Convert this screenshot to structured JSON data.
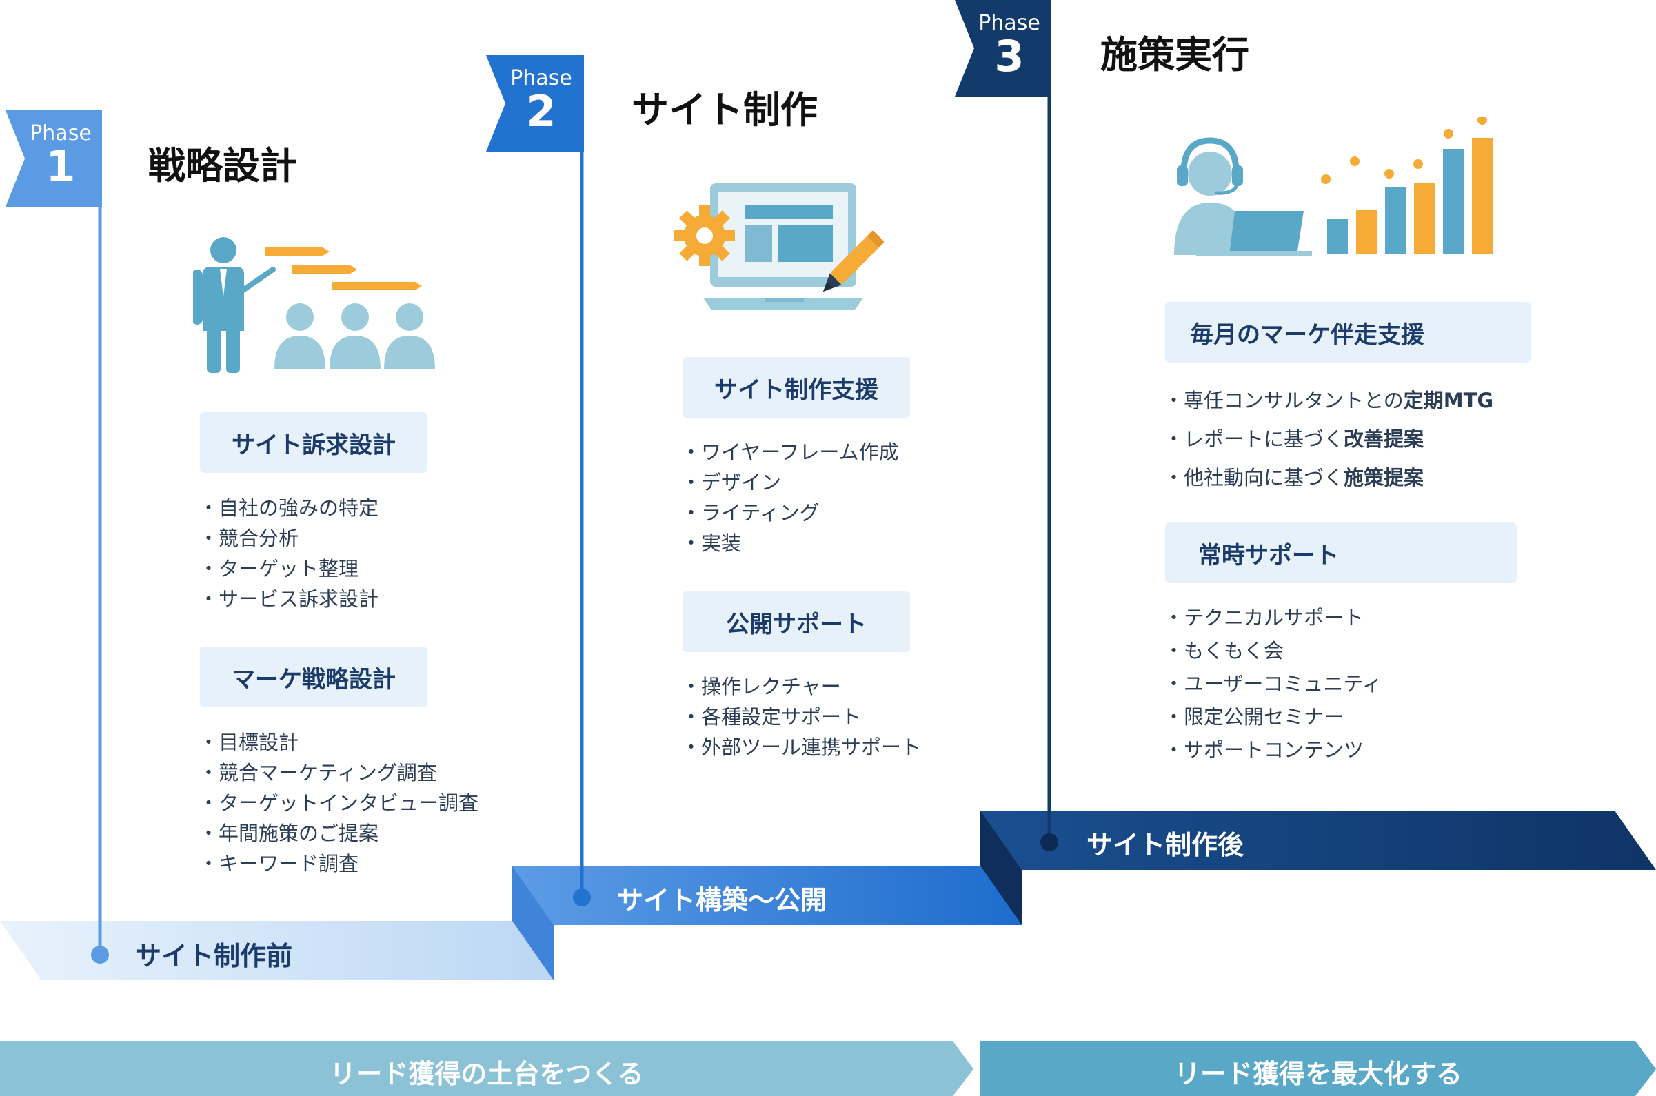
{
  "phase_word": "Phase",
  "phases": [
    {
      "number": "1",
      "title": "戦略設計",
      "sections": [
        {
          "heading": "サイト訴求設計",
          "items": [
            "自社の強みの特定",
            "競合分析",
            "ターゲット整理",
            "サービス訴求設計"
          ]
        },
        {
          "heading": "マーケ戦略設計",
          "items": [
            "目標設計",
            "競合マーケティング調査",
            "ターゲットインタビュー調査",
            "年間施策のご提案",
            "キーワード調査"
          ]
        }
      ],
      "step_label": "サイト制作前"
    },
    {
      "number": "2",
      "title": "サイト制作",
      "sections": [
        {
          "heading": "サイト制作支援",
          "items": [
            "ワイヤーフレーム作成",
            "デザイン",
            "ライティング",
            "実装"
          ]
        },
        {
          "heading": "公開サポート",
          "items": [
            "操作レクチャー",
            "各種設定サポート",
            "外部ツール連携サポート"
          ]
        }
      ],
      "step_label": "サイト構築〜公開"
    },
    {
      "number": "3",
      "title": "施策実行",
      "sections": [
        {
          "heading": "毎月のマーケ伴走支援",
          "items": [
            {
              "text": "専任コンサルタントとの",
              "bold": "定期MTG"
            },
            {
              "text": "レポートに基づく",
              "bold": "改善提案"
            },
            {
              "text": "他社動向に基づく",
              "bold": "施策提案"
            }
          ]
        },
        {
          "heading": "常時サポート",
          "items": [
            "テクニカルサポート",
            "もくもく会",
            "ユーザーコミュニティ",
            "限定公開セミナー",
            "サポートコンテンツ"
          ]
        }
      ],
      "step_label": "サイト制作後"
    }
  ],
  "bottom_banners": [
    "リード獲得の土台をつくる",
    "リード獲得を最大化する"
  ],
  "icons": [
    "presenter-audience-icon",
    "web-design-icon",
    "support-growth-icon"
  ],
  "colors": {
    "phase1": "#5b9be4",
    "phase2": "#2272d0",
    "phase3": "#123a6b",
    "accent_orange": "#f5ab35",
    "icon_blue": "#5aa8c8",
    "banner_left": "#8bc2d5",
    "banner_right": "#5aa8c8"
  }
}
